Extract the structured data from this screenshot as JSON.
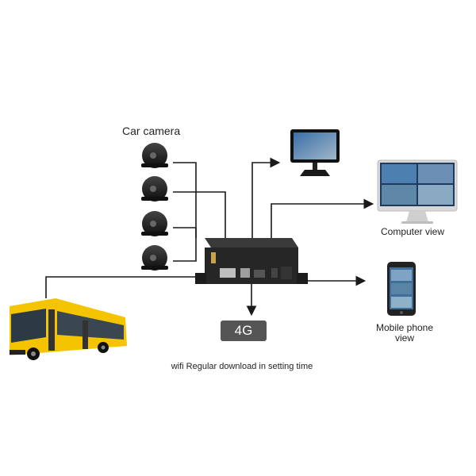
{
  "labels": {
    "car_camera": "Car camera",
    "computer_view": "Computer view",
    "mobile_phone_view_line1": "Mobile phone",
    "mobile_phone_view_line2": "view",
    "network": "4G",
    "wifi_note": "wifi Regular download in setting time"
  },
  "colors": {
    "bus_body": "#f5c400",
    "line": "#1a1a1a",
    "dvr_body": "#2a2a2a",
    "badge": "#555555"
  }
}
